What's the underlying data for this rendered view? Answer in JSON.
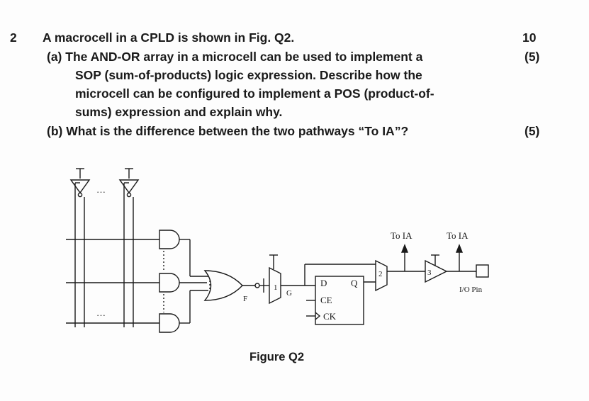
{
  "question": {
    "number": "2",
    "total_marks": "10",
    "stem": "A macrocell in a CPLD is shown in Fig. Q2.",
    "part_a": {
      "lines": [
        "(a) The AND-OR array in a microcell can be used to implement a",
        "SOP (sum-of-products) logic expression. Describe how the",
        "microcell can be configured to implement a POS (product-of-",
        "sums) expression and explain why."
      ],
      "marks": "(5)"
    },
    "part_b": {
      "text": "(b) What is the difference between the two pathways “To IA”?",
      "marks": "(5)"
    }
  },
  "figure": {
    "caption": "Figure Q2",
    "labels": {
      "ellipsis": "…",
      "or_output": "F",
      "mux1_sel": "1",
      "gate_label": "G",
      "ff_d": "D",
      "ff_q": "Q",
      "ff_ce": "CE",
      "ff_ck": "CK",
      "mux2_sel": "2",
      "buffer_label": "3",
      "to_ia_1": "To IA",
      "to_ia_2": "To IA",
      "io_pin": "I/O Pin"
    }
  }
}
